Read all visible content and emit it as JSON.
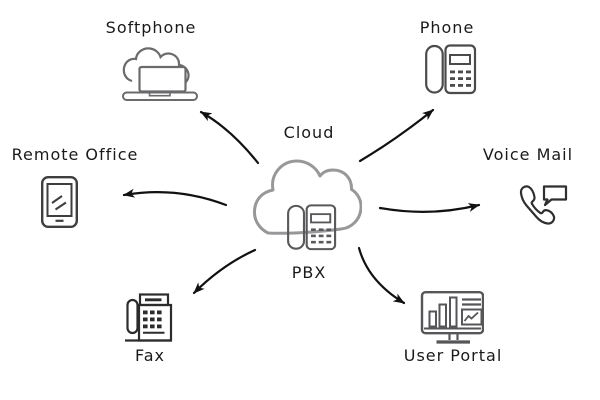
{
  "center": {
    "cloud_label": "Cloud",
    "pbx_label": "PBX",
    "icons": [
      "cloud-icon",
      "desk-phone-icon"
    ]
  },
  "nodes": [
    {
      "id": "softphone",
      "label": "Softphone",
      "icon": "laptop-cloud-icon"
    },
    {
      "id": "phone",
      "label": "Phone",
      "icon": "desk-phone-icon"
    },
    {
      "id": "remote-office",
      "label": "Remote Office",
      "icon": "tablet-icon"
    },
    {
      "id": "voice-mail",
      "label": "Voice Mail",
      "icon": "handset-chat-bubble-icon"
    },
    {
      "id": "fax",
      "label": "Fax",
      "icon": "fax-machine-icon"
    },
    {
      "id": "user-portal",
      "label": "User Portal",
      "icon": "monitor-analytics-icon"
    }
  ],
  "connections": [
    {
      "from": "pbx",
      "to": "softphone"
    },
    {
      "from": "pbx",
      "to": "phone"
    },
    {
      "from": "pbx",
      "to": "remote-office"
    },
    {
      "from": "pbx",
      "to": "voice-mail"
    },
    {
      "from": "pbx",
      "to": "fax"
    },
    {
      "from": "pbx",
      "to": "user-portal"
    }
  ],
  "colors": {
    "background": "#ffffff",
    "text": "#1a1a1a",
    "arrow": "#111111",
    "cloud": "#98989b",
    "pbx": "#59595c",
    "softphone": "#6b6b6e",
    "phone": "#4b4b4d",
    "tablet": "#3e3e40",
    "voicemail": "#2f2f31",
    "fax": "#2c2c2e",
    "portal": "#565659"
  }
}
